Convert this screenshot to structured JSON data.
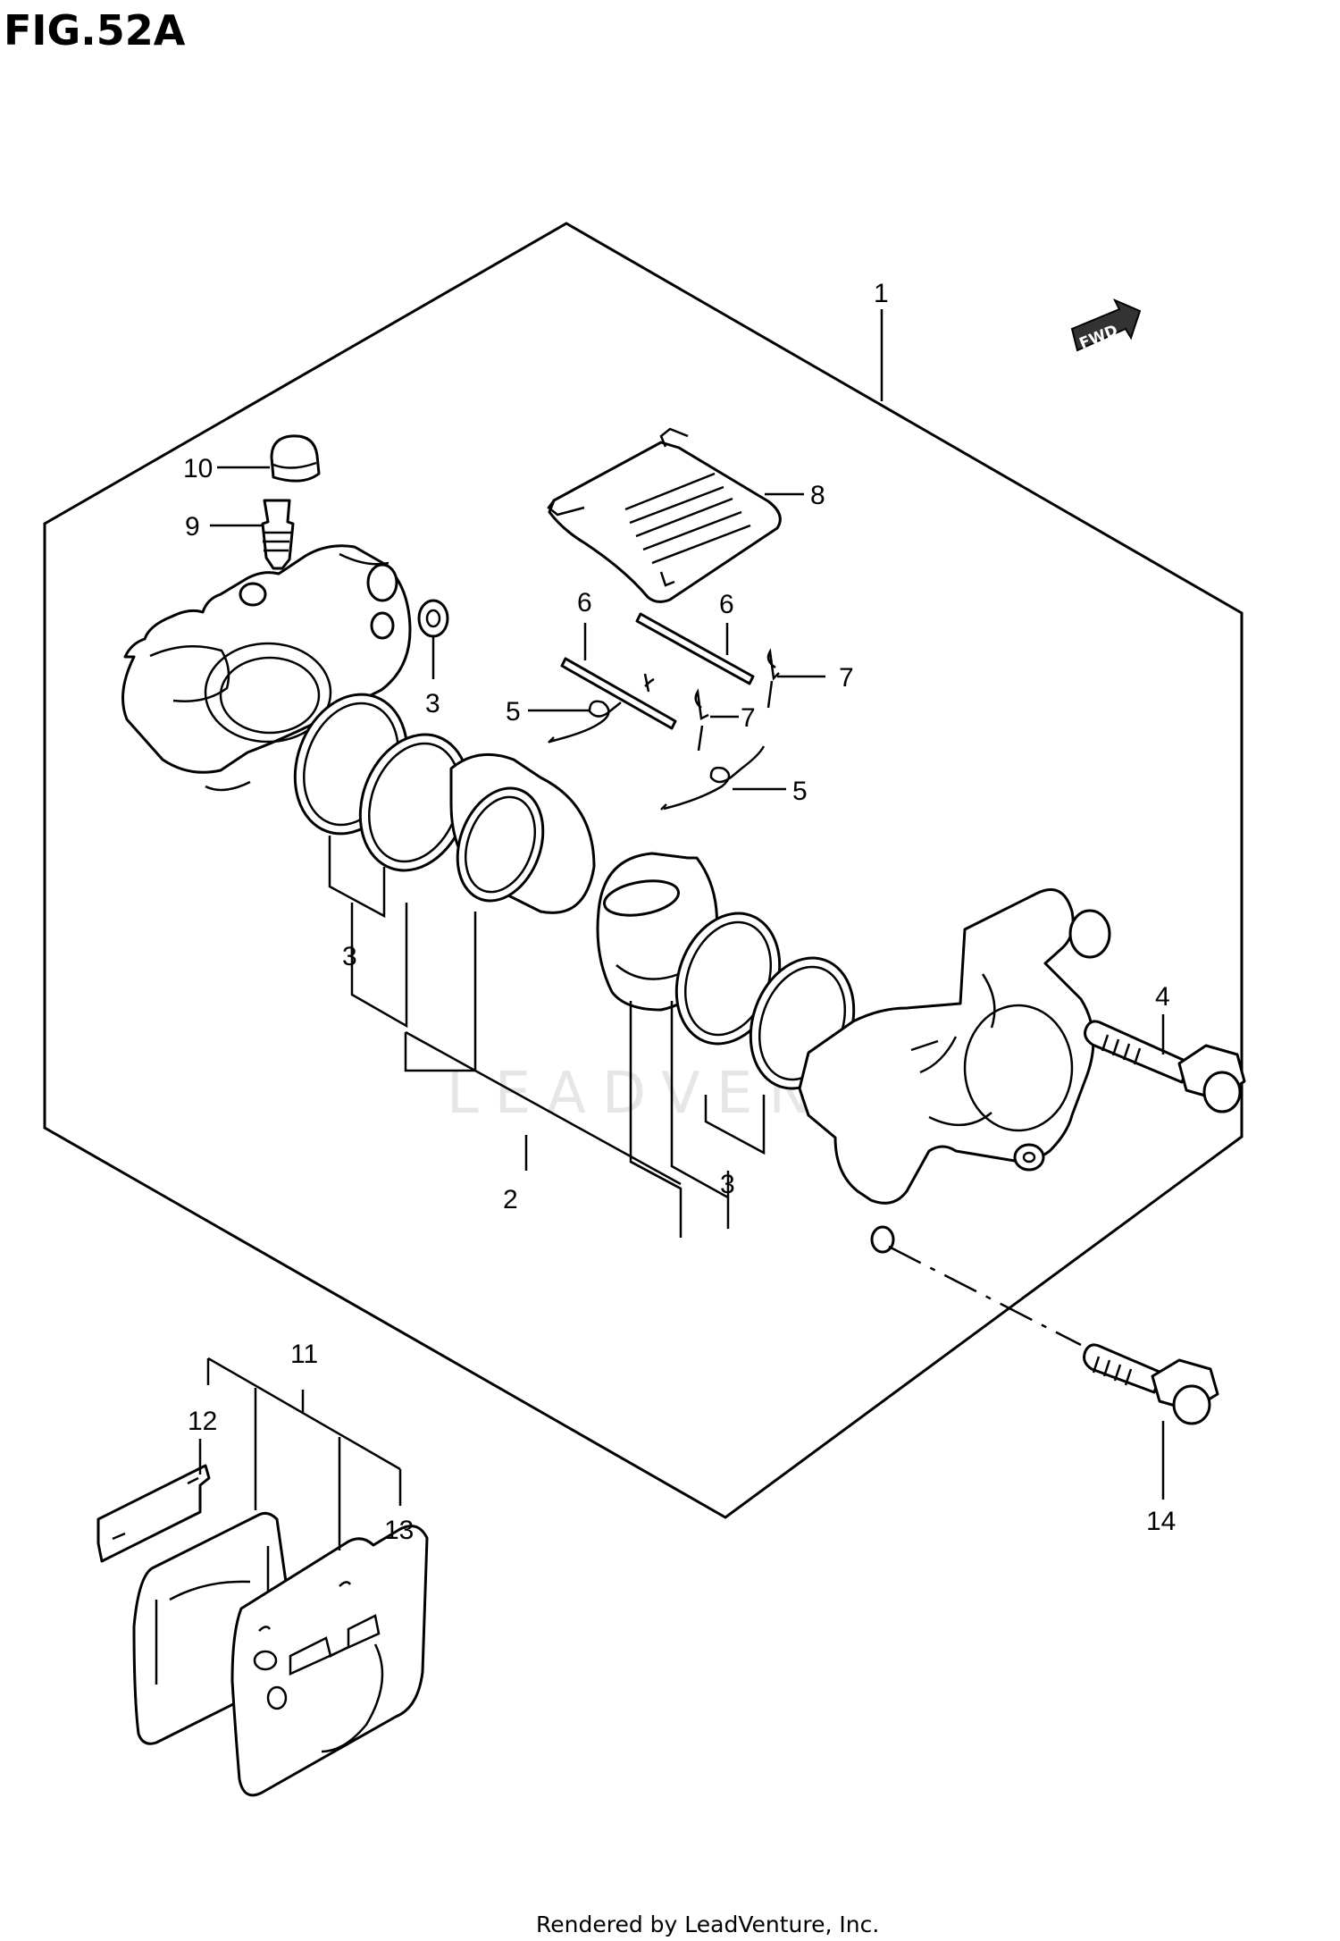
{
  "figure": {
    "title": "FIG.52A"
  },
  "fwd_label": "FWD",
  "watermark": "LEADVENTURE",
  "callouts": {
    "c1": "1",
    "c2": "2",
    "c3a": "3",
    "c3b": "3",
    "c3c": "3",
    "c4": "4",
    "c5a": "5",
    "c5b": "5",
    "c6a": "6",
    "c6b": "6",
    "c7a": "7",
    "c7b": "7",
    "c8": "8",
    "c9": "9",
    "c10": "10",
    "c11": "11",
    "c12": "12",
    "c13": "13",
    "c14": "14"
  },
  "footer": "Rendered by LeadVenture, Inc."
}
